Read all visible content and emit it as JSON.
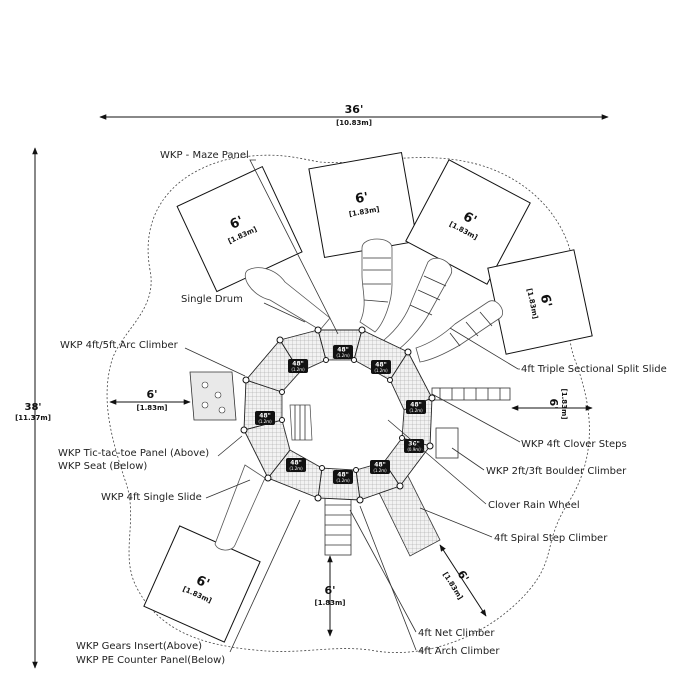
{
  "dimensions": {
    "width_ft": "36'",
    "width_m": "[10.83m]",
    "depth_ft": "38'",
    "depth_m": "[11.37m]"
  },
  "safety_zone": {
    "ft": "6'",
    "m": "[1.83m]"
  },
  "platform_tags": [
    {
      "top": "48\"",
      "sub": "(1.2m)"
    },
    {
      "top": "48\"",
      "sub": "(1.2m)"
    },
    {
      "top": "48\"",
      "sub": "(1.2m)"
    },
    {
      "top": "48\"",
      "sub": "(1.2m)"
    },
    {
      "top": "48\"",
      "sub": "(1.2m)"
    },
    {
      "top": "48\"",
      "sub": "(1.2m)"
    },
    {
      "top": "48\"",
      "sub": "(1.2m)"
    },
    {
      "top": "36\"",
      "sub": "(0.9m)"
    },
    {
      "top": "48\"",
      "sub": "(1.2m)"
    }
  ],
  "labels": {
    "maze_panel": "WKP - Maze Panel",
    "single_drum": "Single Drum",
    "arc_climber": "WKP 4ft/5ft Arc Climber",
    "tic_tac_toe": "WKP Tic-tac-toe Panel (Above)",
    "seat": "WKP Seat (Below)",
    "single_slide": "WKP 4ft Single Slide",
    "gears_insert": "WKP Gears Insert(Above)",
    "pe_counter": "WKP PE Counter Panel(Below)",
    "triple_slide": "4ft Triple Sectional Split Slide",
    "clover_steps": "WKP 4ft Clover Steps",
    "boulder_climber": "WKP 2ft/3ft Boulder Climber",
    "rain_wheel": "Clover Rain Wheel",
    "spiral_step": "4ft Spiral Step Climber",
    "net_climber": "4ft Net Climber",
    "arch_climber": "4ft Arch Climber"
  }
}
